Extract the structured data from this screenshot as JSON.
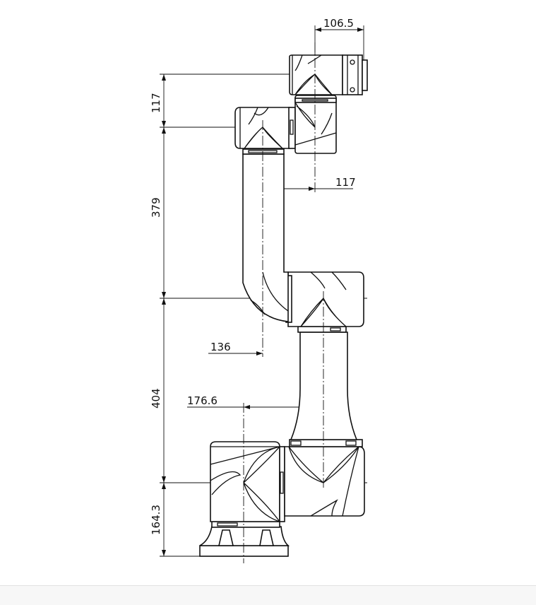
{
  "drawing": {
    "title": "Robot arm side-view dimension drawing",
    "dimensions": {
      "tool_flange_offset": "106.5",
      "wrist_height": "117",
      "upper_arm_length": "379",
      "wrist_offset": "117",
      "elbow_offset": "136",
      "lower_arm_length": "404",
      "shoulder_offset": "176.6",
      "base_height": "164.3"
    }
  }
}
